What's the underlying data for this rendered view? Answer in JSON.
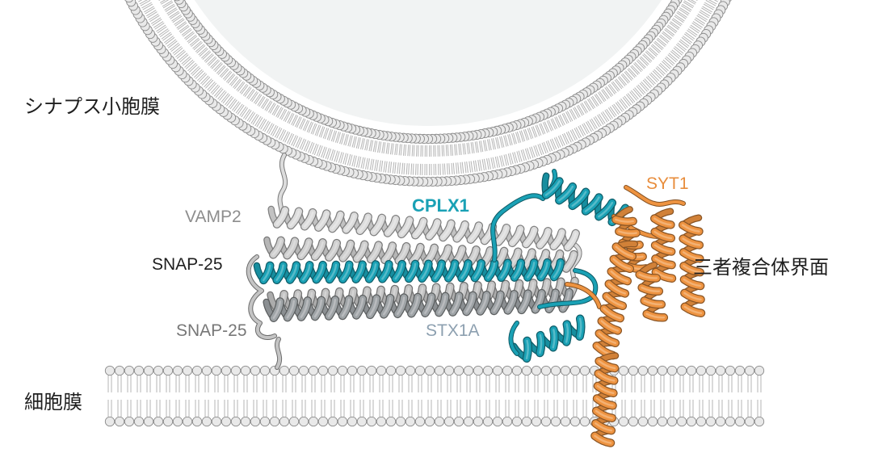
{
  "labels": {
    "vesicle": "シナプス小胞膜",
    "plasma_membrane": "細胞膜",
    "interface": "三者複合体界面",
    "vamp2": "VAMP2",
    "snap25_upper": "SNAP-25",
    "snap25_lower": "SNAP-25",
    "cplx1": "CPLX1",
    "stx1a": "STX1A",
    "syt1": "SYT1"
  },
  "colors": {
    "vamp2": "#dcdcdc",
    "snap25": "#c4c4c4",
    "stx1a": "#9ea3a6",
    "cplx1": "#1aa1b5",
    "syt1": "#ee9340",
    "lipid_head": "#e9e9e9",
    "lipid_outline": "#8c8c8c",
    "vesicle_fill": "#f1f3f3"
  }
}
